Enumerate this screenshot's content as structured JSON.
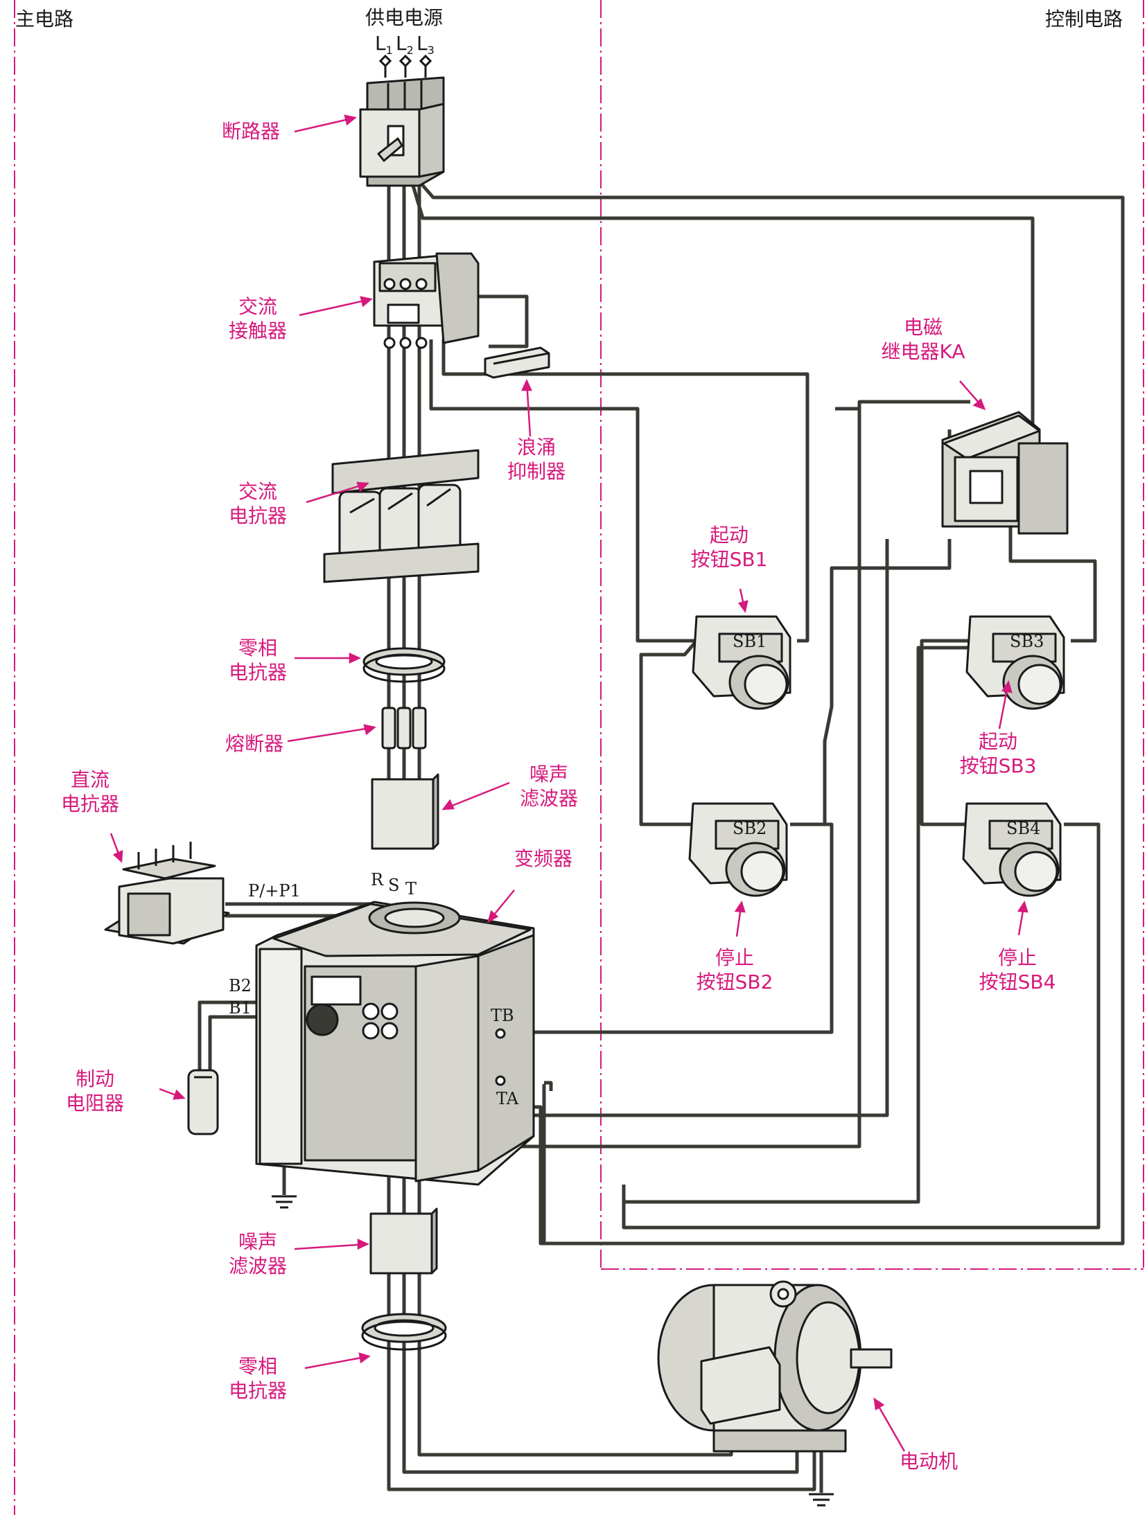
{
  "regions": {
    "main_circuit": "主电路",
    "control_circuit": "控制电路",
    "power_supply": "供电电源"
  },
  "phases": [
    {
      "main": "L",
      "sub": "1"
    },
    {
      "main": "L",
      "sub": "2"
    },
    {
      "main": "L",
      "sub": "3"
    }
  ],
  "labels": {
    "breaker": "断路器",
    "ac_contactor": [
      "交流",
      "接触器"
    ],
    "surge_suppressor": [
      "浪涌",
      "抑制器"
    ],
    "ac_reactor": [
      "交流",
      "电抗器"
    ],
    "zero_phase_reactor_top": [
      "零相",
      "电抗器"
    ],
    "fuse": "熔断器",
    "noise_filter_top": [
      "噪声",
      "滤波器"
    ],
    "dc_reactor": [
      "直流",
      "电抗器"
    ],
    "inverter": "变频器",
    "braking_resistor": [
      "制动",
      "电阻器"
    ],
    "noise_filter_bottom": [
      "噪声",
      "滤波器"
    ],
    "zero_phase_reactor_bottom": [
      "零相",
      "电抗器"
    ],
    "motor": "电动机",
    "relay_ka": [
      "电磁",
      "继电器KA"
    ],
    "start_sb1": [
      "起动",
      "按钮SB1"
    ],
    "stop_sb2": [
      "停止",
      "按钮SB2"
    ],
    "start_sb3": [
      "起动",
      "按钮SB3"
    ],
    "stop_sb4": [
      "停止",
      "按钮SB4"
    ]
  },
  "terminals": {
    "p_p1": "P/+P1",
    "b2": "B2",
    "b1": "B1",
    "r": "R",
    "s": "S",
    "t": "T",
    "tb": "TB",
    "ta": "TA"
  },
  "buttons": [
    "SB1",
    "SB2",
    "SB3",
    "SB4"
  ],
  "colors": {
    "label": "#d6197c",
    "divider": "#d6197c",
    "wire": "#3a3a35",
    "device_fill": "#e8e8e3",
    "device_dark": "#b9b9b2"
  }
}
